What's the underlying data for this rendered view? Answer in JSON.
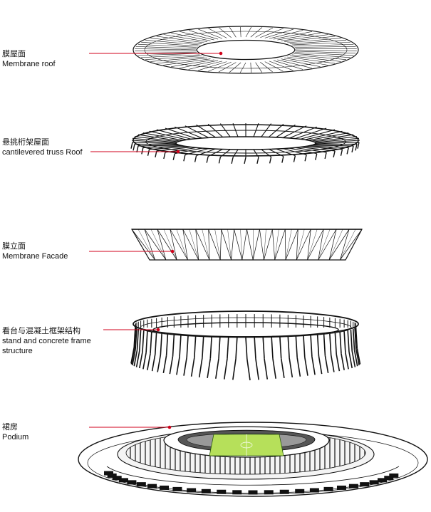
{
  "layers": [
    {
      "id": "membrane-roof",
      "cn": "膜屋面",
      "en": "Membrane roof"
    },
    {
      "id": "truss-roof",
      "cn": "悬挑桁架屋面",
      "en": "cantilevered truss Roof"
    },
    {
      "id": "membrane-facade",
      "cn": "膜立面",
      "en": "Membrane Facade"
    },
    {
      "id": "stand-frame",
      "cn": "看台与混凝土框架结构",
      "en": "stand and concrete frame structure"
    },
    {
      "id": "podium",
      "cn": "裙房",
      "en": "Podium"
    }
  ],
  "colors": {
    "leader": "#d0021b",
    "pitch": "#b6e05a",
    "line": "#111111"
  }
}
